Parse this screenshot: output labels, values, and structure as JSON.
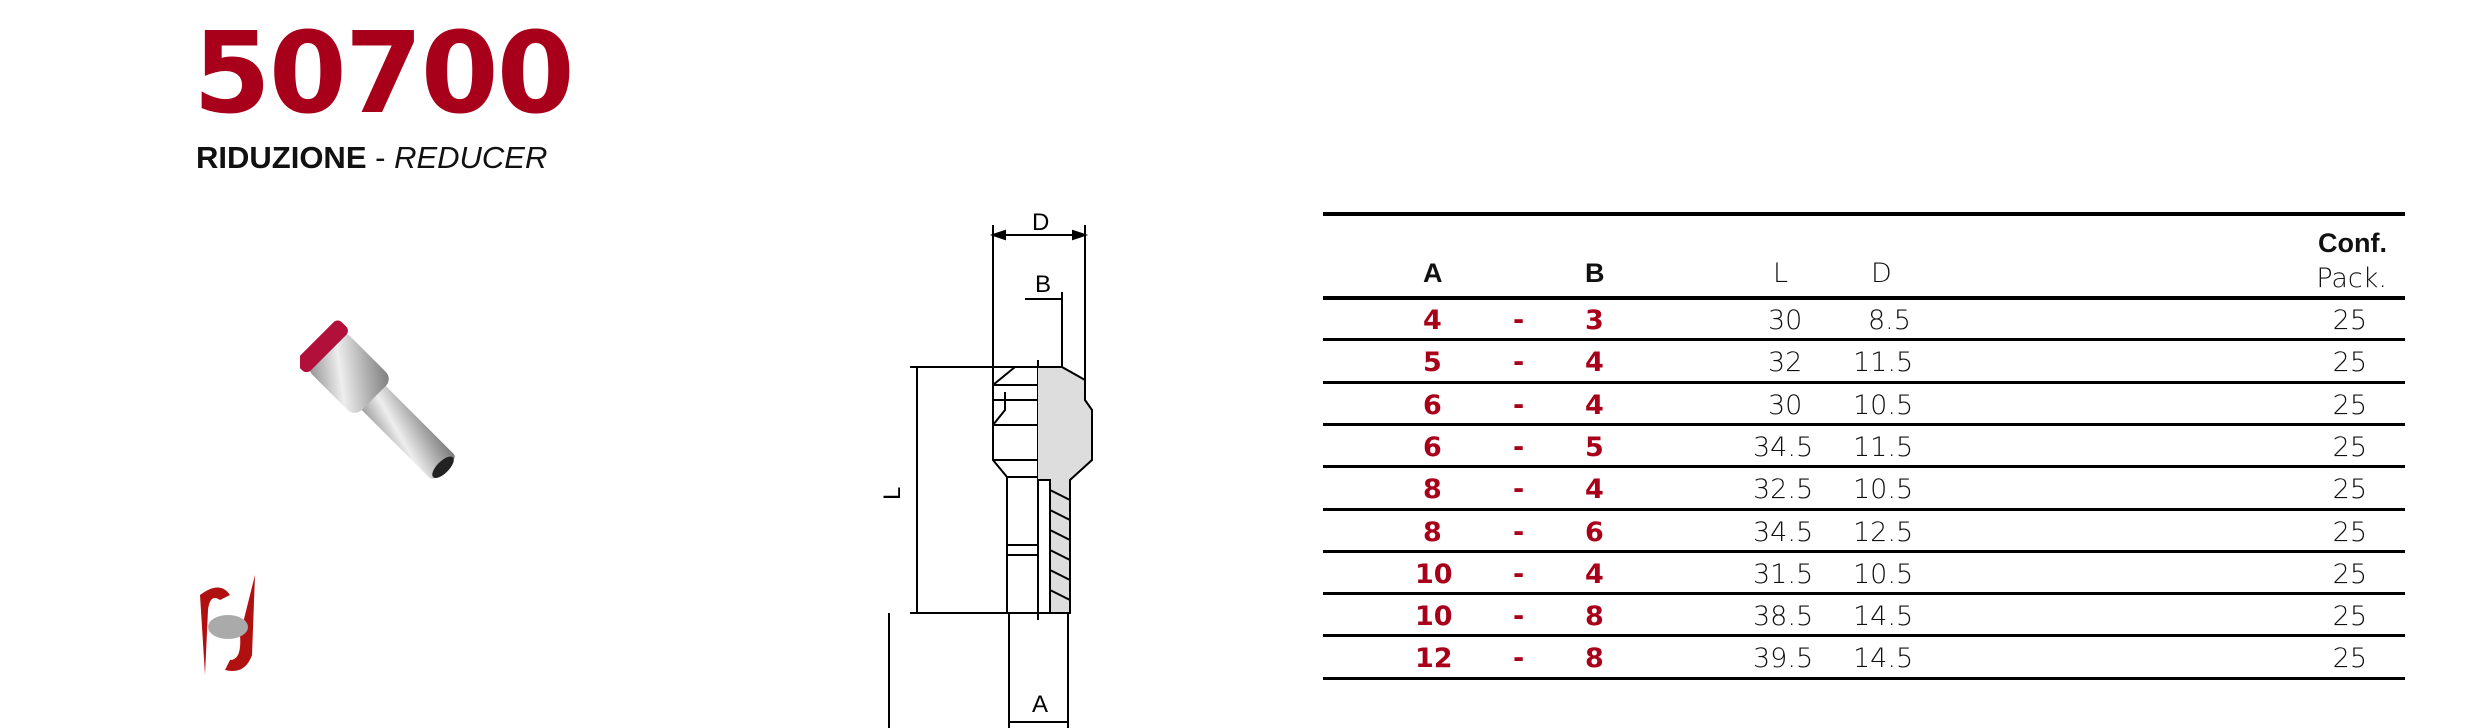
{
  "product": {
    "code": "50700",
    "name_it": "RIDUZIONE",
    "separator": " - ",
    "name_en": "REDUCER"
  },
  "drawing": {
    "labels": {
      "d": "D",
      "b": "B",
      "l": "L",
      "a": "A"
    }
  },
  "table": {
    "headers": {
      "a": "A",
      "b": "B",
      "l": "L",
      "d": "D",
      "conf": "Conf.",
      "pack": "Pack."
    },
    "rows": [
      {
        "a": "4",
        "sep": "-",
        "b": "3",
        "l": "30",
        "d": "8.5",
        "pack": "25"
      },
      {
        "a": "5",
        "sep": "-",
        "b": "4",
        "l": "32",
        "d": "11.5",
        "pack": "25"
      },
      {
        "a": "6",
        "sep": "-",
        "b": "4",
        "l": "30",
        "d": "10.5",
        "pack": "25"
      },
      {
        "a": "6",
        "sep": "-",
        "b": "5",
        "l": "34.5",
        "d": "11.5",
        "pack": "25"
      },
      {
        "a": "8",
        "sep": "-",
        "b": "4",
        "l": "32.5",
        "d": "10.5",
        "pack": "25"
      },
      {
        "a": "8",
        "sep": "-",
        "b": "6",
        "l": "34.5",
        "d": "12.5",
        "pack": "25"
      },
      {
        "a": "10",
        "sep": "-",
        "b": "4",
        "l": "31.5",
        "d": "10.5",
        "pack": "25"
      },
      {
        "a": "10",
        "sep": "-",
        "b": "8",
        "l": "38.5",
        "d": "14.5",
        "pack": "25"
      },
      {
        "a": "12",
        "sep": "-",
        "b": "8",
        "l": "39.5",
        "d": "14.5",
        "pack": "25"
      }
    ]
  },
  "colors": {
    "brand": "#a8001a"
  }
}
